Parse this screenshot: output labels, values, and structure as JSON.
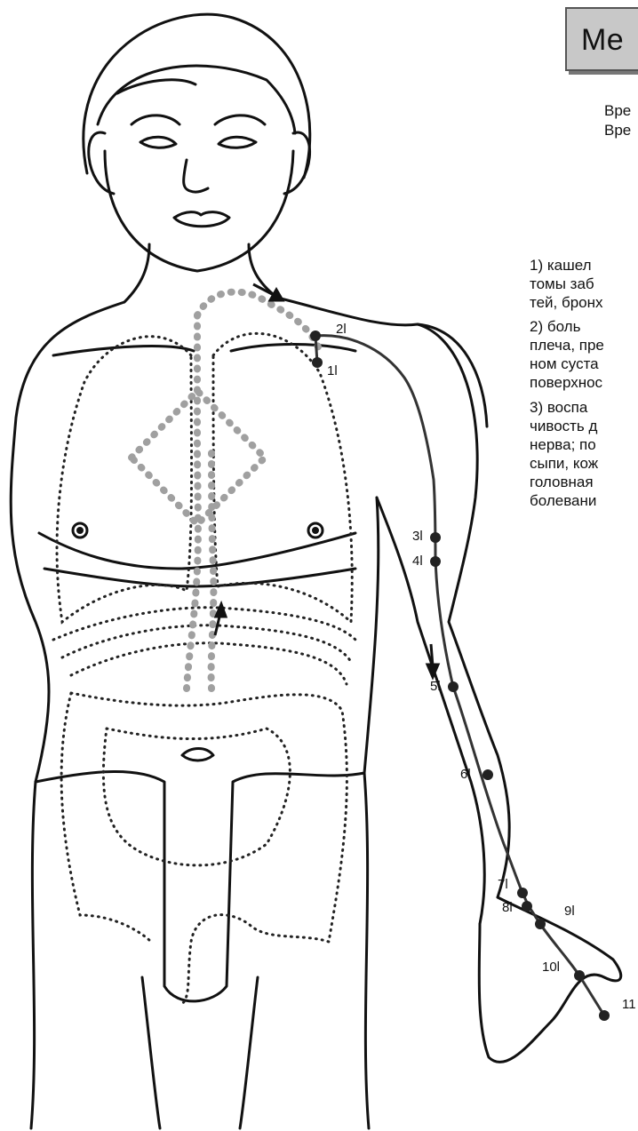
{
  "title": "Ме",
  "time_lines": [
    "Вре",
    "Вре"
  ],
  "symptoms": [
    [
      "1)   кашел",
      "томы заб",
      "тей, бронх"
    ],
    [
      "2)   боль",
      "плеча, пре",
      "ном суста",
      "поверхнос"
    ],
    [
      "3)   воспа",
      "чивость д",
      "нерва; по",
      "сыпи, кож",
      "головная",
      "болевани"
    ]
  ],
  "points": [
    {
      "id": "1l",
      "label": "1l"
    },
    {
      "id": "2l",
      "label": "2l"
    },
    {
      "id": "3l",
      "label": "3l"
    },
    {
      "id": "4l",
      "label": "4l"
    },
    {
      "id": "5l",
      "label": "5l"
    },
    {
      "id": "6l",
      "label": "6l"
    },
    {
      "id": "7l",
      "label": "7l"
    },
    {
      "id": "8l",
      "label": "8l"
    },
    {
      "id": "9l",
      "label": "9l"
    },
    {
      "id": "10l",
      "label": "10l"
    },
    {
      "id": "11l",
      "label": "11"
    }
  ],
  "colors": {
    "meridian": "#333333",
    "internal_path": "#a0a0a0",
    "organs": "#222222",
    "title_bg": "#c8c8c8"
  }
}
